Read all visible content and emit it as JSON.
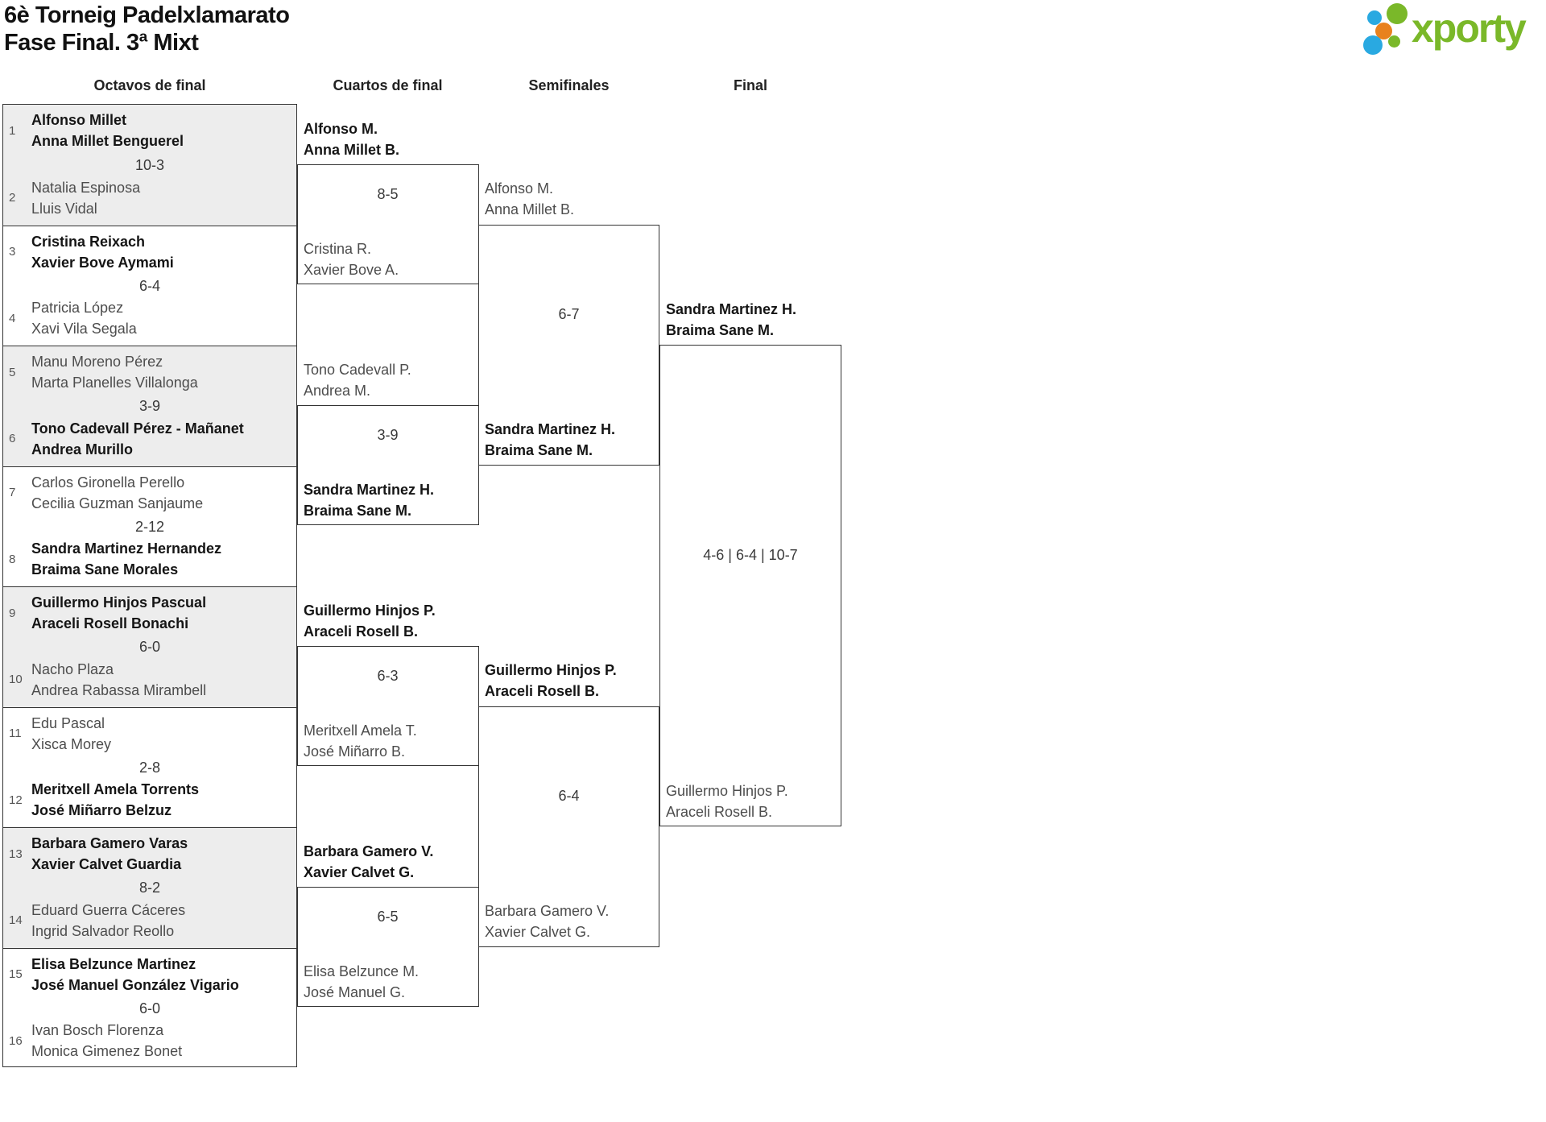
{
  "header": {
    "title_line1": "6è Torneig Padelxlamarato",
    "title_line2": "Fase Final. 3ª Mixt"
  },
  "logo": {
    "brand": "xporty",
    "colors": {
      "green": "#7ab829",
      "blue": "#29a9e1",
      "orange": "#e8821e"
    }
  },
  "round_headers": [
    "Octavos de final",
    "Cuartos de final",
    "Semifinales",
    "Final"
  ],
  "octavos": [
    {
      "seed_top": "1",
      "top": [
        "Alfonso Millet",
        "Anna Millet Benguerel"
      ],
      "score": "10-3",
      "seed_bottom": "2",
      "bottom": [
        "Natalia Espinosa",
        "Lluis Vidal"
      ],
      "winner": "top"
    },
    {
      "seed_top": "3",
      "top": [
        "Cristina Reixach",
        "Xavier Bove Aymami"
      ],
      "score": "6-4",
      "seed_bottom": "4",
      "bottom": [
        "Patricia López",
        "Xavi Vila Segala"
      ],
      "winner": "top"
    },
    {
      "seed_top": "5",
      "top": [
        "Manu Moreno Pérez",
        "Marta Planelles Villalonga"
      ],
      "score": "3-9",
      "seed_bottom": "6",
      "bottom": [
        "Tono Cadevall Pérez - Mañanet",
        "Andrea Murillo"
      ],
      "winner": "bottom"
    },
    {
      "seed_top": "7",
      "top": [
        "Carlos Gironella Perello",
        "Cecilia Guzman Sanjaume"
      ],
      "score": "2-12",
      "seed_bottom": "8",
      "bottom": [
        "Sandra Martinez Hernandez",
        "Braima Sane Morales"
      ],
      "winner": "bottom"
    },
    {
      "seed_top": "9",
      "top": [
        "Guillermo Hinjos Pascual",
        "Araceli Rosell Bonachi"
      ],
      "score": "6-0",
      "seed_bottom": "10",
      "bottom": [
        "Nacho Plaza",
        "Andrea Rabassa Mirambell"
      ],
      "winner": "top"
    },
    {
      "seed_top": "11",
      "top": [
        "Edu Pascal",
        "Xisca Morey"
      ],
      "score": "2-8",
      "seed_bottom": "12",
      "bottom": [
        "Meritxell Amela Torrents",
        "José Miñarro Belzuz"
      ],
      "winner": "bottom"
    },
    {
      "seed_top": "13",
      "top": [
        "Barbara Gamero Varas",
        "Xavier Calvet Guardia"
      ],
      "score": "8-2",
      "seed_bottom": "14",
      "bottom": [
        "Eduard Guerra Cáceres",
        "Ingrid Salvador Reollo"
      ],
      "winner": "top"
    },
    {
      "seed_top": "15",
      "top": [
        "Elisa Belzunce Martinez",
        "José Manuel González Vigario"
      ],
      "score": "6-0",
      "seed_bottom": "16",
      "bottom": [
        "Ivan Bosch Florenza",
        "Monica Gimenez Bonet"
      ],
      "winner": "top"
    }
  ],
  "cuartos": [
    {
      "top": [
        "Alfonso M.",
        "Anna Millet B."
      ],
      "score": "8-5",
      "bottom": [
        "Cristina R.",
        "Xavier Bove A."
      ],
      "winner": "top"
    },
    {
      "top": [
        "Tono Cadevall P.",
        "Andrea M."
      ],
      "score": "3-9",
      "bottom": [
        "Sandra Martinez H.",
        "Braima Sane M."
      ],
      "winner": "bottom"
    },
    {
      "top": [
        "Guillermo Hinjos P.",
        "Araceli Rosell B."
      ],
      "score": "6-3",
      "bottom": [
        "Meritxell Amela T.",
        "José Miñarro B."
      ],
      "winner": "top"
    },
    {
      "top": [
        "Barbara Gamero V.",
        "Xavier Calvet G."
      ],
      "score": "6-5",
      "bottom": [
        "Elisa Belzunce M.",
        "José Manuel G."
      ],
      "winner": "top"
    }
  ],
  "semifinales": [
    {
      "top": [
        "Alfonso M.",
        "Anna Millet B."
      ],
      "score": "6-7",
      "bottom": [
        "Sandra Martinez H.",
        "Braima Sane M."
      ],
      "winner": "bottom"
    },
    {
      "top": [
        "Guillermo Hinjos P.",
        "Araceli Rosell B."
      ],
      "score": "6-4",
      "bottom": [
        "Barbara Gamero V.",
        "Xavier Calvet G."
      ],
      "winner": "top"
    }
  ],
  "final": [
    {
      "top": [
        "Sandra Martinez H.",
        "Braima Sane M."
      ],
      "score": "4-6 | 6-4 | 10-7",
      "bottom": [
        "Guillermo Hinjos P.",
        "Araceli Rosell B."
      ],
      "winner": "top"
    }
  ]
}
